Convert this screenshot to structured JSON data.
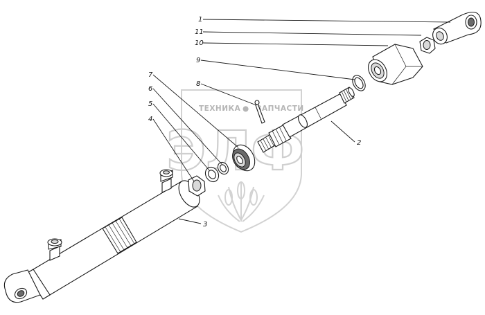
{
  "callouts": {
    "c1": "1",
    "c11": "11",
    "c10": "10",
    "c9": "9",
    "c8": "8",
    "c7": "7",
    "c6": "6",
    "c5": "5",
    "c4": "4",
    "c2": "2",
    "c3": "3"
  },
  "watermark": {
    "tagline": "ТЕХНИКА",
    "tagline2": "ЗАПЧАСТИ",
    "logo": "ЭЛФ"
  }
}
